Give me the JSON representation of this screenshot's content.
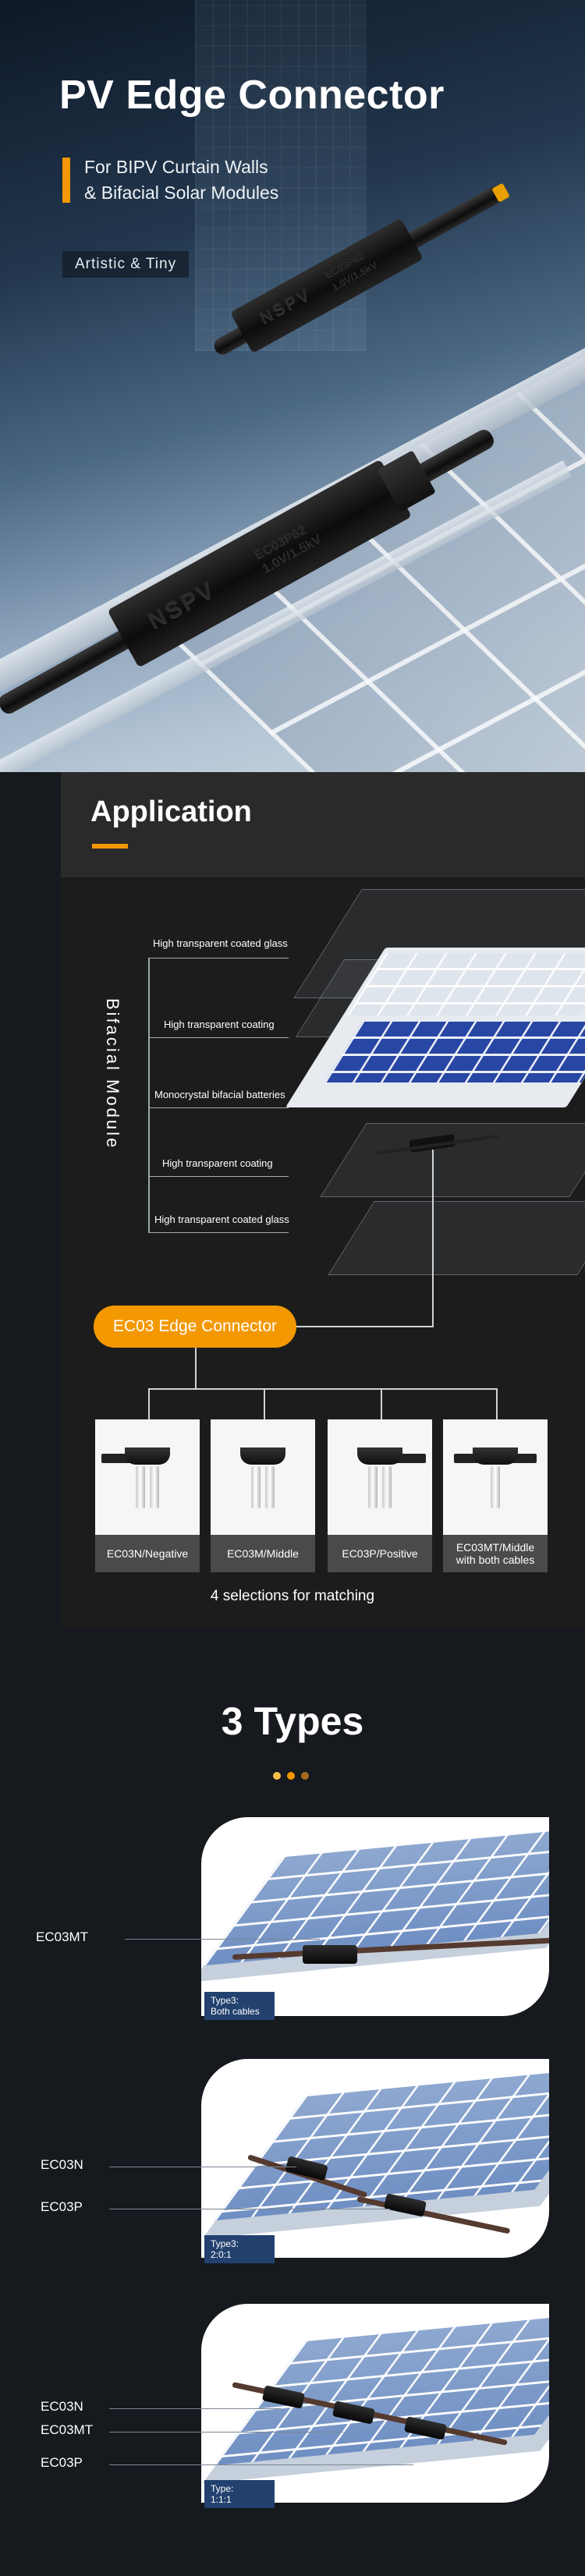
{
  "hero": {
    "title": "PV Edge Connector",
    "subtitle_line1": "For BIPV Curtain Walls",
    "subtitle_line2": "& Bifacial Solar Modules",
    "badge": "Artistic & Tiny",
    "brand_print": "NSPV",
    "model_print": "EC03P62",
    "rating_print": "1.0V/1.5kV",
    "model_print_small": "EC03P62",
    "rating_print_small": "1.0V/1.5kV"
  },
  "application": {
    "title": "Application",
    "vertical_label": "Bifacial Module",
    "layers": [
      "High transparent coated glass",
      "High transparent coating",
      "Monocrystal bifacial batteries",
      "High transparent coating",
      "High transparent coated glass"
    ],
    "connector_pill": "EC03 Edge Connector",
    "options": [
      {
        "label": "EC03N/Negative"
      },
      {
        "label": "EC03M/Middle"
      },
      {
        "label": "EC03P/Positive"
      },
      {
        "label": "EC03MT/Middle with both cables"
      }
    ],
    "footer": "4 selections for matching"
  },
  "types": {
    "title": "3 Types",
    "dot_colors": [
      "#f6c04a",
      "#f39800",
      "#a66a1e"
    ],
    "cards": [
      {
        "labels": [
          "EC03MT"
        ],
        "tag_line1": "Type3:",
        "tag_line2": "Both cables"
      },
      {
        "labels": [
          "EC03N",
          "EC03P"
        ],
        "tag_line1": "Type3:",
        "tag_line2": "2:0:1"
      },
      {
        "labels": [
          "EC03N",
          "EC03MT",
          "EC03P"
        ],
        "tag_line1": "Type:",
        "tag_line2": "1:1:1"
      }
    ]
  },
  "colors": {
    "accent": "#f39800",
    "tag_blue": "#23416f",
    "background": "#16191d"
  }
}
